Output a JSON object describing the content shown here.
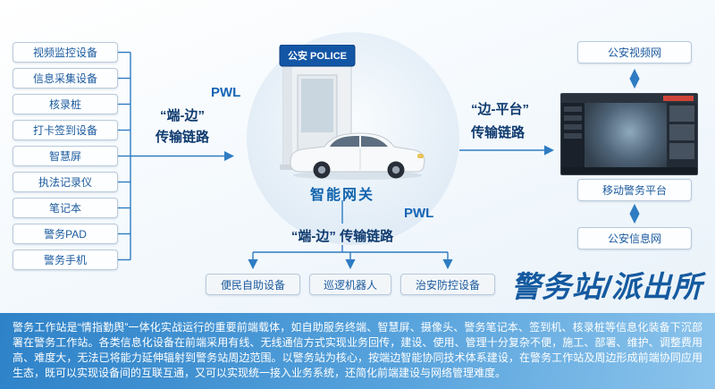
{
  "colors": {
    "accent_blue": "#2e7cc2",
    "label_navy": "#0e3a6e",
    "box_text_blue": "#1b5a9e",
    "title_blue": "#155aa0",
    "band_start": "#2e82c8",
    "band_end": "#8cc4ec"
  },
  "left_devices": {
    "items": [
      {
        "label": "视频监控设备"
      },
      {
        "label": "信息采集设备"
      },
      {
        "label": "核录桩"
      },
      {
        "label": "打卡签到设备"
      },
      {
        "label": "智慧屏"
      },
      {
        "label": "执法记录仪"
      },
      {
        "label": "笔记本"
      },
      {
        "label": "警务PAD"
      },
      {
        "label": "警务手机"
      }
    ]
  },
  "links": {
    "left": {
      "pwl": "PWL",
      "line1": "“端-边”",
      "line2": "传输链路"
    },
    "center_bottom": {
      "pwl": "PWL",
      "label": "“端-边” 传输链路"
    },
    "right": {
      "line1": "“边-平台”",
      "line2": "传输链路"
    }
  },
  "center": {
    "booth_sign": "公安 POLICE",
    "gateway_label": "智能网关"
  },
  "bottom_devices": {
    "items": [
      {
        "label": "便民自助设备"
      },
      {
        "label": "巡逻机器人"
      },
      {
        "label": "治安防控设备"
      }
    ]
  },
  "right_column": {
    "video_net": "公安视频网",
    "mobile_platform": "移动警务平台",
    "info_net": "公安信息网"
  },
  "station_title": "警务站/派出所",
  "description": {
    "text": "警务工作站是“情指勤舆”一体化实战运行的重要前端载体，如自助服务终端、智慧屏、摄像头、警务笔记本、签到机、核录桩等信息化装备下沉部署在警务工作站。各类信息化设备在前端采用有线、无线通信方式实现业务回传，建设、使用、管理十分复杂不便，施工、部署、维护、调整费用高、难度大，无法已将能力延伸辐射到警务站周边范围。以警务站为核心，按端边智能协同技术体系建设，在警务工作站及周边形成前端协同应用生态，既可以实现设备间的互联互通，又可以实现统一接入业务系统，还简化前端建设与网络管理难度。"
  }
}
